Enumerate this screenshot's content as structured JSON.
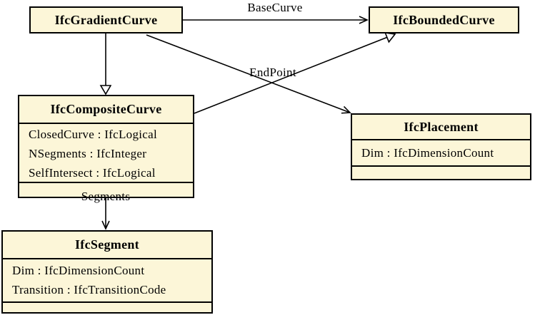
{
  "diagram": {
    "colors": {
      "box_fill": "#FCF6D8",
      "box_border": "#000000",
      "line": "#000000",
      "background": "#FFFFFF"
    },
    "classes": [
      {
        "title": "IfcGradientCurve",
        "attributes": []
      },
      {
        "title": "IfcBoundedCurve",
        "attributes": []
      },
      {
        "title": "IfcCompositeCurve",
        "attributes": [
          "ClosedCurve : IfcLogical",
          "NSegments : IfcInteger",
          "SelfIntersect : IfcLogical"
        ]
      },
      {
        "title": "IfcPlacement",
        "attributes": [
          "Dim : IfcDimensionCount"
        ]
      },
      {
        "title": "IfcSegment",
        "attributes": [
          "Dim : IfcDimensionCount",
          "Transition : IfcTransitionCode"
        ]
      }
    ],
    "edge_labels": {
      "base_curve": "BaseCurve",
      "end_point": "EndPoint",
      "segments": "Segments"
    }
  }
}
